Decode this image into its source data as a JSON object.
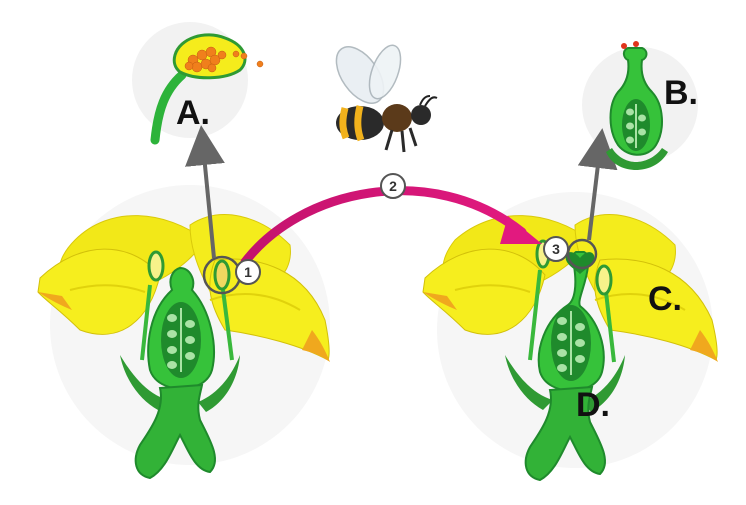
{
  "labels": {
    "a": "A.",
    "b": "B.",
    "c": "C.",
    "d": "D."
  },
  "steps": {
    "one": "1",
    "two": "2",
    "three": "3"
  },
  "colors": {
    "petal": "#f6ee1e",
    "petal_shade": "#e7d70c",
    "petal_tip": "#f0a81e",
    "green_dark": "#1f8a2c",
    "green_light": "#36c23a",
    "pollen": "#f07f1c",
    "arrow_pink": "#d9147a",
    "arrow_grey": "#666666",
    "halo": "#f1f1f1"
  },
  "icons": [
    "bee-icon"
  ]
}
